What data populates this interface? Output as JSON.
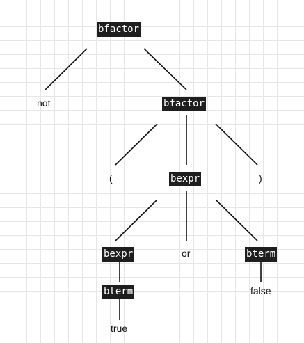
{
  "tree": {
    "root_label": "bfactor",
    "not_label": "not",
    "bfactor_label": "bfactor",
    "lparen_label": "(",
    "bexpr_label": "bexpr",
    "rparen_label": ")",
    "bexpr_left_label": "bexpr",
    "or_label": "or",
    "bterm_right_label": "bterm",
    "bterm_left_label": "bterm",
    "false_label": "false",
    "true_label": "true"
  }
}
